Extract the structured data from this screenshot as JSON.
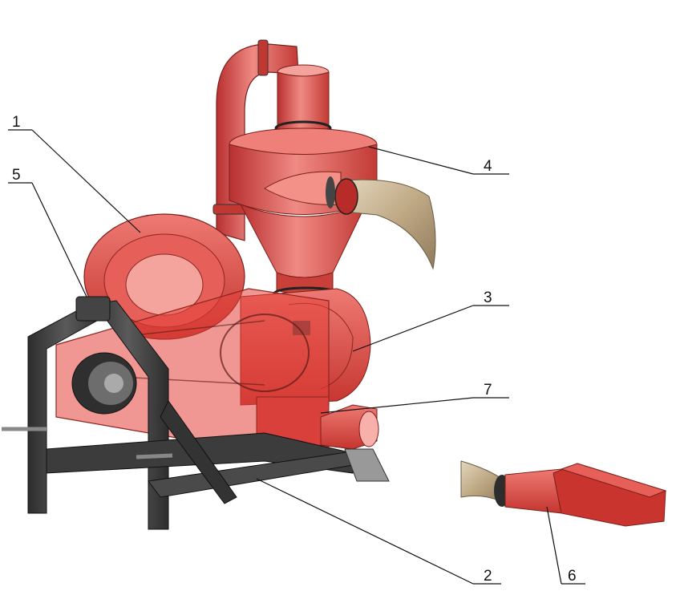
{
  "callouts": [
    {
      "label": "1"
    },
    {
      "label": "5"
    },
    {
      "label": "4"
    },
    {
      "label": "3"
    },
    {
      "label": "7"
    },
    {
      "label": "2"
    },
    {
      "label": "6"
    }
  ],
  "colors": {
    "machine_red": "#d9403c",
    "machine_red_light": "#ef7c76",
    "machine_red_dark": "#9e2622",
    "frame_dark": "#3a3a3a",
    "hose_tan": "#c9b89a",
    "metal_gray": "#bdbdbd"
  },
  "icons": [
    "hammer-mill-machine-illustration",
    "suction-nozzle-illustration"
  ]
}
